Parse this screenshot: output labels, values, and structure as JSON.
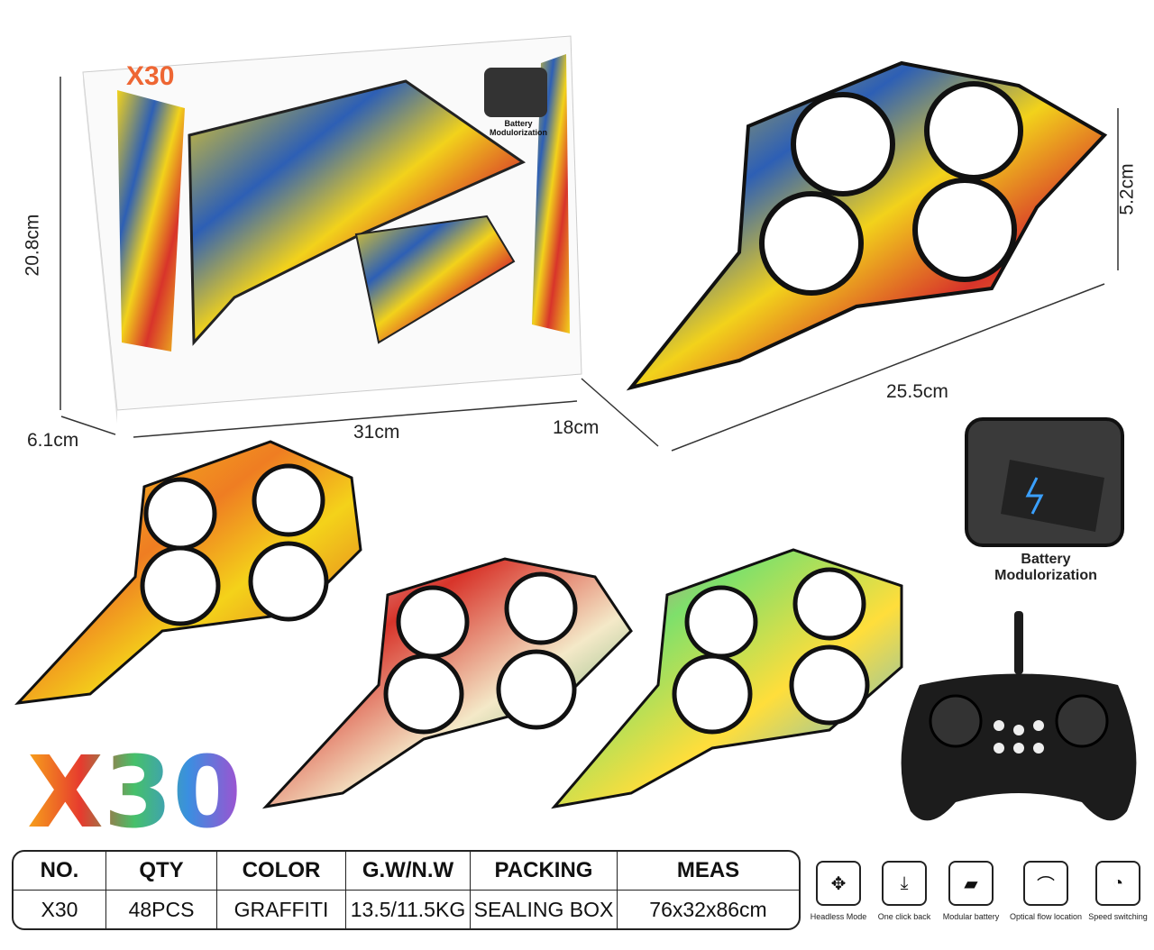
{
  "box": {
    "logo": "X30",
    "badge": "Battery Modulorization"
  },
  "dimensions": {
    "box_height": "20.8cm",
    "box_depth": "6.1cm",
    "box_width": "31cm",
    "drone_width": "18cm",
    "drone_length": "25.5cm",
    "drone_height": "5.2cm"
  },
  "battery_callout": {
    "label": "Battery Modulorization"
  },
  "logo": "X30",
  "spec_table": {
    "headers": [
      "NO.",
      "QTY",
      "COLOR",
      "G.W/N.W",
      "PACKING",
      "MEAS"
    ],
    "row": [
      "X30",
      "48PCS",
      "GRAFFITI",
      "13.5/11.5KG",
      "SEALING BOX",
      "76x32x86cm"
    ]
  },
  "features": [
    {
      "label": "Headless Mode",
      "icon": "compass-icon"
    },
    {
      "label": "One click back",
      "icon": "return-home-icon"
    },
    {
      "label": "Modular battery",
      "icon": "battery-icon"
    },
    {
      "label": "Optical flow location",
      "icon": "optical-flow-icon"
    },
    {
      "label": "Speed switching",
      "icon": "speedometer-icon"
    }
  ],
  "colors": {
    "graffiti_yellow": "#f2d21b",
    "graffiti_blue": "#2d5fb5",
    "graffiti_red": "#d8342a",
    "controller": "#1c1c1c"
  }
}
